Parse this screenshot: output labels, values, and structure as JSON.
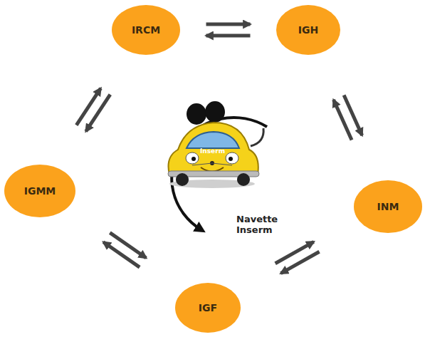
{
  "diagram": {
    "nodes": [
      {
        "text": [
          "IRCM"
        ]
      },
      {
        "text": [
          "IGH"
        ]
      },
      {
        "text": [
          "INM"
        ]
      },
      {
        "text": [
          "IGF"
        ]
      },
      {
        "text": [
          "IGMM"
        ]
      }
    ],
    "edges": [
      {
        "from": 0,
        "to": 1,
        "arrow": "to"
      },
      {
        "from": 1,
        "to": 0,
        "arrow": "to"
      },
      {
        "from": 1,
        "to": 2,
        "arrow": "to"
      },
      {
        "from": 2,
        "to": 1,
        "arrow": "to"
      },
      {
        "from": 2,
        "to": 3,
        "arrow": "to"
      },
      {
        "from": 3,
        "to": 2,
        "arrow": "to"
      },
      {
        "from": 3,
        "to": 4,
        "arrow": "to"
      },
      {
        "from": 4,
        "to": 3,
        "arrow": "to"
      },
      {
        "from": 4,
        "to": 0,
        "arrow": "to"
      },
      {
        "from": 0,
        "to": 4,
        "arrow": "to"
      }
    ],
    "labels": [
      "Inserm",
      "Navette Inserm"
    ]
  }
}
